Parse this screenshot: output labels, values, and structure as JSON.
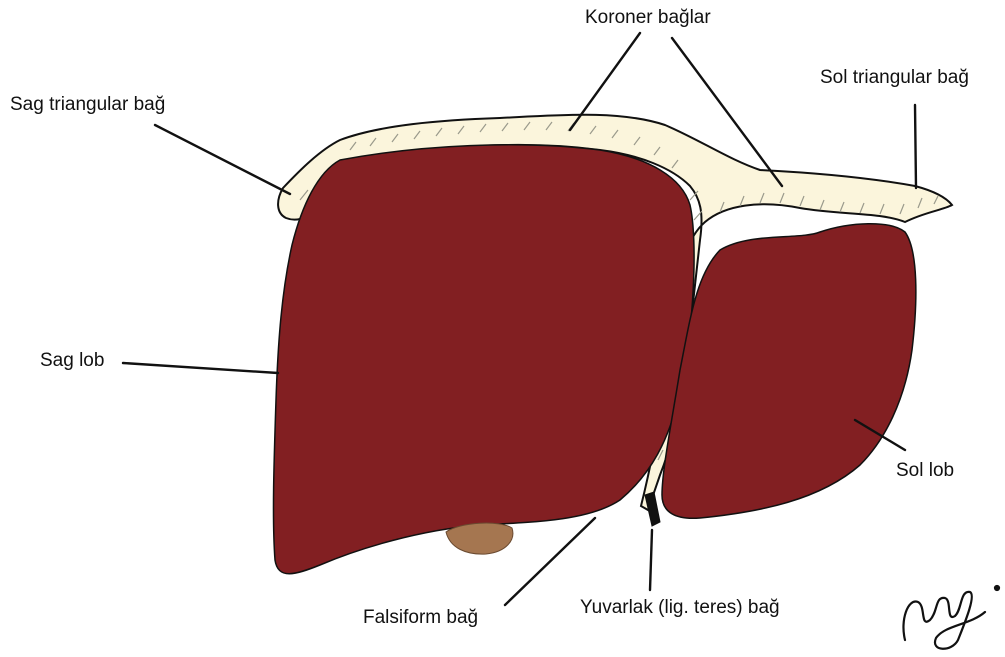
{
  "labels": {
    "koroner": "Koroner bağlar",
    "sol_triangular": "Sol triangular bağ",
    "sag_triangular": "Sag triangular bağ",
    "sag_lob": "Sag lob",
    "sol_lob": "Sol lob",
    "falsiform": "Falsiform bağ",
    "yuvarlak": "Yuvarlak (lig. teres) bağ"
  },
  "signature": "yakup",
  "colors": {
    "lobe": "#821f22",
    "ligament": "#fbf5dc",
    "ligament_hatch": "#9a9a8c",
    "gallbladder": "#a57650",
    "outline": "#111111"
  }
}
